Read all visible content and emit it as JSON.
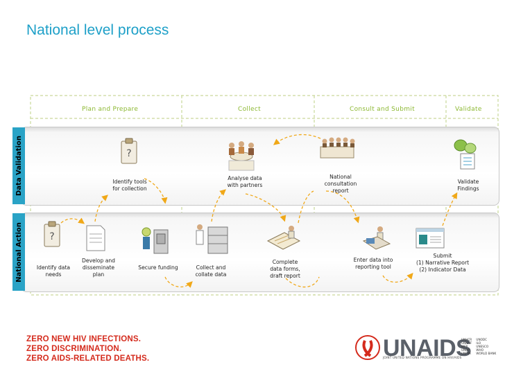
{
  "title": "National level process",
  "phases": [
    "Plan and Prepare",
    "Collect",
    "Consult and Submit",
    "Validate"
  ],
  "lanes": {
    "validation": "Data Validation",
    "national": "National Action"
  },
  "steps": {
    "identify_tools": [
      "Identify tools",
      "for collection"
    ],
    "analyse": [
      "Analyse data",
      "with partners"
    ],
    "consultation": [
      "National",
      "consultation",
      "report"
    ],
    "validate_findings": [
      "Validate",
      "Findings"
    ],
    "identify_needs": [
      "Identify data",
      "needs"
    ],
    "develop_plan": [
      "Develop and",
      "disseminate",
      "plan"
    ],
    "secure_funding": [
      "Secure funding"
    ],
    "collect": [
      "Collect and",
      "collate data"
    ],
    "complete_forms": [
      "Complete",
      "data forms,",
      "draft report"
    ],
    "enter_data": [
      "Enter data into",
      "reporting tool"
    ],
    "submit": [
      "Submit",
      "(1) Narrative Report",
      "(2) Indicator Data"
    ]
  },
  "slogan": [
    "ZERO NEW HIV INFECTIONS.",
    "ZERO DISCRIMINATION.",
    "ZERO AIDS-RELATED DEATHS."
  ],
  "logo": {
    "name": "UNAIDS",
    "tagline": "JOINT UNITED NATIONS PROGRAMME ON HIV/AIDS",
    "cosponsors": [
      "UNHCR",
      "UNICEF",
      "WFP",
      "UNDP",
      "UNFPA",
      "UNODC",
      "ILO",
      "UNESCO",
      "WHO",
      "WORLD BANK"
    ]
  },
  "colors": {
    "title": "#1ea0c8",
    "phase": "#8cb832",
    "lane_label": "#2aa3c6",
    "arrow": "#f0a818",
    "slogan": "#d42a1c"
  }
}
